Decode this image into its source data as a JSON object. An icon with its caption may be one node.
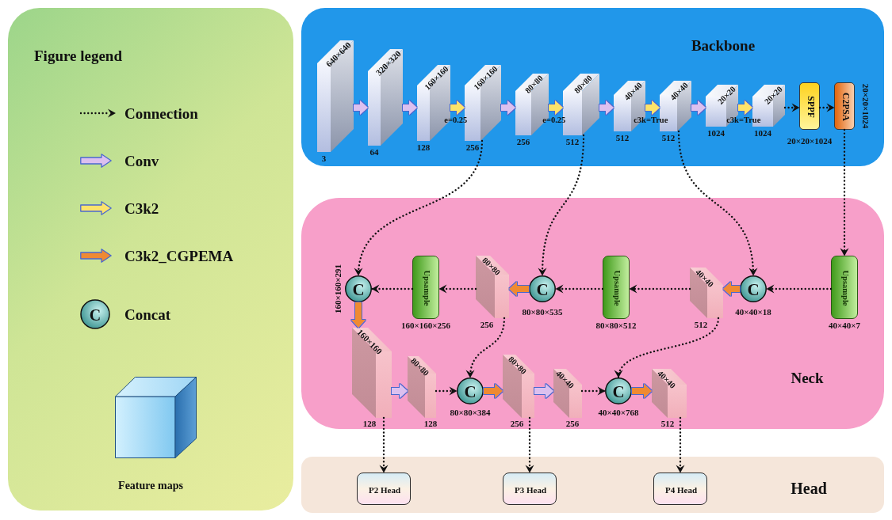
{
  "diagram": {
    "nodes": [
      {
        "text": [
          "Backbone"
        ]
      },
      {
        "text": [
          "640×640"
        ],
        "beside": [
          "3"
        ],
        "in": 0
      },
      {
        "text": [
          "320×320"
        ],
        "beside": [
          "64"
        ],
        "in": 0
      },
      {
        "text": [
          "160×160"
        ],
        "beside": [
          "128"
        ],
        "in": 0
      },
      {
        "text": [
          "160×160"
        ],
        "beside": [
          "256"
        ],
        "in": 0
      },
      {
        "text": [
          "80×80"
        ],
        "beside": [
          "256"
        ],
        "in": 0
      },
      {
        "text": [
          "80×80"
        ],
        "beside": [
          "512"
        ],
        "in": 0
      },
      {
        "text": [
          "40×40"
        ],
        "beside": [
          "512"
        ],
        "in": 0
      },
      {
        "text": [
          "40×40"
        ],
        "beside": [
          "512"
        ],
        "in": 0
      },
      {
        "text": [
          "20×20"
        ],
        "beside": [
          "1024"
        ],
        "in": 0
      },
      {
        "text": [
          "20×20"
        ],
        "beside": [
          "1024"
        ],
        "in": 0
      },
      {
        "text": [
          "SPPF"
        ],
        "beside": [
          "20×20×1024"
        ],
        "in": 0
      },
      {
        "text": [
          "C2PSA"
        ],
        "beside": [
          "20×20×1024"
        ],
        "in": 0
      },
      {
        "text": [
          "Neck"
        ]
      },
      {
        "text": [
          "C"
        ],
        "beside": [
          "160×160×291"
        ],
        "in": 13
      },
      {
        "text": [
          "Upsample"
        ],
        "beside": [
          "160×160×256"
        ],
        "in": 13
      },
      {
        "text": [
          "80×80"
        ],
        "beside": [
          "256"
        ],
        "in": 13
      },
      {
        "text": [
          "C"
        ],
        "beside": [
          "80×80×535"
        ],
        "in": 13
      },
      {
        "text": [
          "Upsample"
        ],
        "beside": [
          "80×80×512"
        ],
        "in": 13
      },
      {
        "text": [
          "40×40"
        ],
        "beside": [
          "512"
        ],
        "in": 13
      },
      {
        "text": [
          "C"
        ],
        "beside": [
          "40×40×18"
        ],
        "in": 13
      },
      {
        "text": [
          "Upsample"
        ],
        "beside": [
          "40×40×7"
        ],
        "in": 13
      },
      {
        "text": [
          "160×160"
        ],
        "beside": [
          "128"
        ],
        "in": 13
      },
      {
        "text": [
          "80×80"
        ],
        "beside": [
          "128"
        ],
        "in": 13
      },
      {
        "text": [
          "C"
        ],
        "beside": [
          "80×80×384"
        ],
        "in": 13
      },
      {
        "text": [
          "80×80"
        ],
        "beside": [
          "256"
        ],
        "in": 13
      },
      {
        "text": [
          "40×40"
        ],
        "beside": [
          "256"
        ],
        "in": 13
      },
      {
        "text": [
          "C"
        ],
        "beside": [
          "40×40×768"
        ],
        "in": 13
      },
      {
        "text": [
          "40×40"
        ],
        "beside": [
          "512"
        ],
        "in": 13
      },
      {
        "text": [
          "Head"
        ]
      },
      {
        "text": [
          "P2 Head"
        ],
        "in": 29
      },
      {
        "text": [
          "P3 Head"
        ],
        "in": 29
      },
      {
        "text": [
          "P4 Head"
        ],
        "in": 29
      }
    ],
    "edges": [
      {
        "from": 1,
        "to": 2,
        "arrow": "to",
        "style": "thick",
        "color": "#dcc0ef"
      },
      {
        "from": 2,
        "to": 3,
        "arrow": "to",
        "style": "thick",
        "color": "#dcc0ef"
      },
      {
        "from": 3,
        "to": 4,
        "arrow": "to",
        "style": "thick",
        "color": "#fde36b",
        "label": "e=0.25"
      },
      {
        "from": 4,
        "to": 5,
        "arrow": "to",
        "style": "thick",
        "color": "#dcc0ef"
      },
      {
        "from": 5,
        "to": 6,
        "arrow": "to",
        "style": "thick",
        "color": "#fde36b",
        "label": "e=0.25"
      },
      {
        "from": 6,
        "to": 7,
        "arrow": "to",
        "style": "thick",
        "color": "#dcc0ef"
      },
      {
        "from": 7,
        "to": 8,
        "arrow": "to",
        "style": "thick",
        "color": "#fde36b",
        "label": "c3k=True"
      },
      {
        "from": 8,
        "to": 9,
        "arrow": "to",
        "style": "thick",
        "color": "#dcc0ef"
      },
      {
        "from": 9,
        "to": 10,
        "arrow": "to",
        "style": "thick",
        "color": "#fde36b",
        "label": "c3k=True"
      },
      {
        "from": 10,
        "to": 11,
        "arrow": "to",
        "style": "dashed"
      },
      {
        "from": 11,
        "to": 12,
        "arrow": "to",
        "style": "dashed"
      },
      {
        "from": 12,
        "to": 21,
        "arrow": "to",
        "style": "dashed"
      },
      {
        "from": 21,
        "to": 20,
        "arrow": "to",
        "style": "dashed"
      },
      {
        "from": 8,
        "to": 20,
        "arrow": "to",
        "style": "dashed"
      },
      {
        "from": 20,
        "to": 19,
        "arrow": "to",
        "style": "thick",
        "color": "#ef8a33"
      },
      {
        "from": 19,
        "to": 18,
        "arrow": "to",
        "style": "dashed"
      },
      {
        "from": 18,
        "to": 17,
        "arrow": "to",
        "style": "dashed"
      },
      {
        "from": 6,
        "to": 17,
        "arrow": "to",
        "style": "dashed"
      },
      {
        "from": 17,
        "to": 16,
        "arrow": "to",
        "style": "thick",
        "color": "#ef8a33"
      },
      {
        "from": 16,
        "to": 15,
        "arrow": "to",
        "style": "dashed"
      },
      {
        "from": 15,
        "to": 14,
        "arrow": "to",
        "style": "dashed"
      },
      {
        "from": 4,
        "to": 14,
        "arrow": "to",
        "style": "dashed"
      },
      {
        "from": 14,
        "to": 22,
        "arrow": "to",
        "style": "thick",
        "color": "#ef8a33"
      },
      {
        "from": 22,
        "to": 23,
        "arrow": "to",
        "style": "thick",
        "color": "#dcc0ef"
      },
      {
        "from": 23,
        "to": 24,
        "arrow": "to",
        "style": "dashed"
      },
      {
        "from": 16,
        "to": 24,
        "arrow": "to",
        "style": "dashed"
      },
      {
        "from": 24,
        "to": 25,
        "arrow": "to",
        "style": "thick",
        "color": "#ef8a33"
      },
      {
        "from": 25,
        "to": 26,
        "arrow": "to",
        "style": "thick",
        "color": "#dcc0ef"
      },
      {
        "from": 26,
        "to": 27,
        "arrow": "to",
        "style": "dashed"
      },
      {
        "from": 19,
        "to": 27,
        "arrow": "to",
        "style": "dashed"
      },
      {
        "from": 27,
        "to": 28,
        "arrow": "to",
        "style": "thick",
        "color": "#ef8a33"
      },
      {
        "from": 22,
        "to": 30,
        "arrow": "to",
        "style": "dashed"
      },
      {
        "from": 25,
        "to": 31,
        "arrow": "to",
        "style": "dashed"
      },
      {
        "from": 28,
        "to": 32,
        "arrow": "to",
        "style": "dashed"
      }
    ],
    "labels": [
      "Figure legend",
      "C"
    ],
    "legend": [
      {
        "text": "Connection"
      },
      {
        "text": "Conv"
      },
      {
        "text": "C3k2"
      },
      {
        "text": "C3k2_CGPEMA"
      },
      {
        "text": "Concat"
      },
      {
        "text": "Feature maps"
      }
    ]
  }
}
